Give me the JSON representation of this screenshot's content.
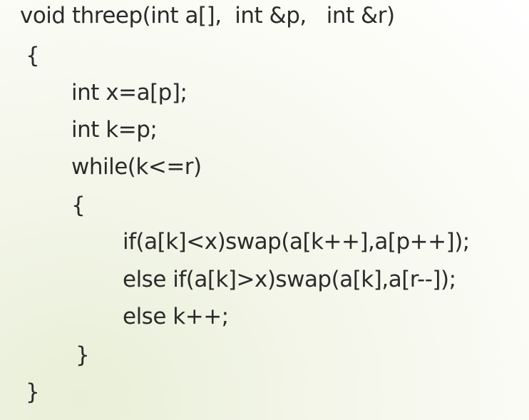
{
  "code_lines": [
    {
      "text": "void threep(int a[],  int &p,   int &r)"
    },
    {
      "text": "{"
    },
    {
      "text": "int x=a[p];"
    },
    {
      "text": "int k=p;"
    },
    {
      "text": "while(k<=r)"
    },
    {
      "text": "{"
    },
    {
      "text": "if(a[k]<x)swap(a[k++],a[p++]);"
    },
    {
      "text": "else if(a[k]>x)swap(a[k],a[r--]);"
    },
    {
      "text": "else k++;"
    },
    {
      "text": "}"
    },
    {
      "text": "}"
    }
  ]
}
